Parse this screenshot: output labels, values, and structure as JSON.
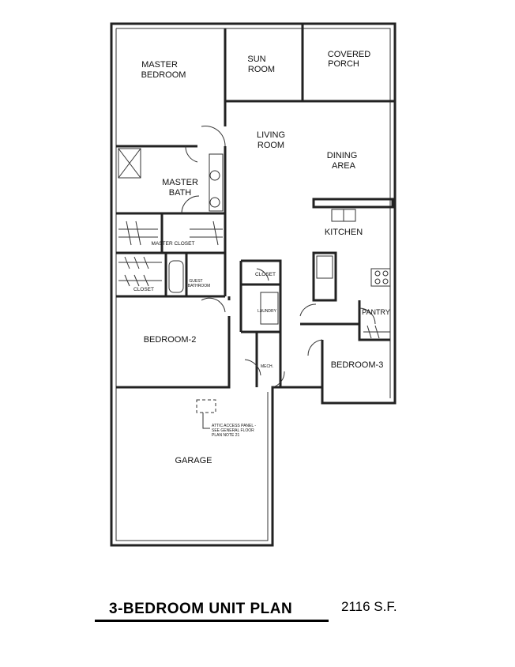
{
  "plan": {
    "title": "3-BEDROOM UNIT PLAN",
    "area": "2116 S.F.",
    "rooms": {
      "master_bedroom": [
        "MASTER",
        "BEDROOM"
      ],
      "sun_room": [
        "SUN",
        "ROOM"
      ],
      "covered_porch": [
        "COVERED",
        "PORCH"
      ],
      "living_room": [
        "LIVING",
        "ROOM"
      ],
      "dining_area": [
        "DINING",
        "AREA"
      ],
      "master_bath": [
        "MASTER",
        "BATH"
      ],
      "kitchen": "KITCHEN",
      "master_closet": "MASTER CLOSET",
      "closet_left": "CLOSET",
      "guest_bathroom": [
        "GUEST",
        "BATHROOM"
      ],
      "closet_hall": "CLOSET",
      "laundry": "LAUNDRY",
      "pantry": "PANTRY",
      "bedroom_2": "BEDROOM-2",
      "bedroom_3": "BEDROOM-3",
      "mech": "MECH.",
      "garage": "GARAGE"
    },
    "attic_note": [
      "ATTIC ACCESS PANEL -",
      "SEE GENERAL FLOOR",
      "PLAN NOTE 21"
    ]
  }
}
